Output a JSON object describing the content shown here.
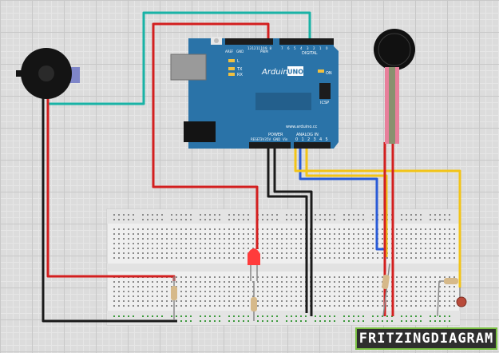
{
  "caption": "FRITZINGDIAGRAM",
  "board": {
    "brand": "Arduino",
    "model": "UNO",
    "website": "www.arduino.cc",
    "digital_label": "DIGITAL",
    "power_label": "POWER",
    "analog_label": "ANALOG IN",
    "icsp_label": "ICSP",
    "on_label": "ON",
    "l_label": "L",
    "tx_label": "TX",
    "rx_label": "RX",
    "reset_label": "RESET",
    "pwm_label": "PWM",
    "gnd_label": "GND",
    "vin_label": "Vin",
    "v5_label": "5V",
    "v33_label": "3V3",
    "aref_label": "AREF",
    "analog_pins": [
      "0",
      "1",
      "2",
      "3",
      "4",
      "5"
    ],
    "digital_pins": [
      "13",
      "12",
      "11",
      "10",
      "9",
      "8",
      "7",
      "6",
      "5",
      "4",
      "3",
      "2",
      "1",
      "0"
    ]
  },
  "colors": {
    "board": "#2a73a8",
    "wire_red": "#d31f1f",
    "wire_black": "#1a1a1a",
    "wire_blue": "#2a5bd7",
    "wire_yellow": "#f2c418",
    "wire_teal": "#19b3a6",
    "sensor_pink": "#e87f9b",
    "led": "#ff3b3b",
    "accent": "#7ac143"
  }
}
